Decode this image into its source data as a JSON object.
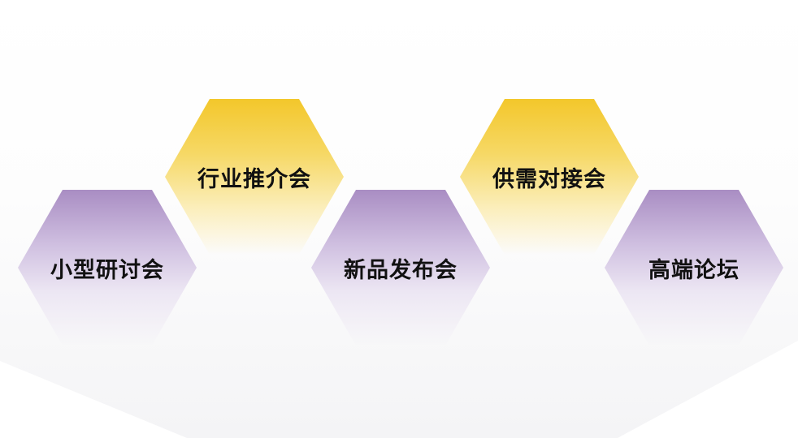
{
  "hexagons": [
    {
      "label": "小型研讨会",
      "color": "purple"
    },
    {
      "label": "行业推介会",
      "color": "yellow"
    },
    {
      "label": "新品发布会",
      "color": "purple"
    },
    {
      "label": "供需对接会",
      "color": "yellow"
    },
    {
      "label": "高端论坛",
      "color": "purple"
    }
  ],
  "colors": {
    "purple": "#a98dc3",
    "yellow": "#f3c72b"
  }
}
